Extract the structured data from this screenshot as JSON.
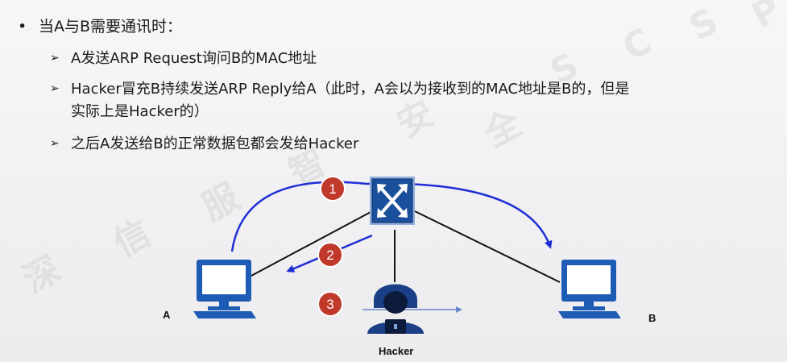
{
  "bullet_main": "当A与B需要通讯时：",
  "sub_bullets": [
    {
      "text": "A发送ARP Request询问B的MAC地址"
    },
    {
      "text_line1": "Hacker冒充B持续发送ARP Reply给A（此时，A会以为接收到的MAC地址是B的，但是",
      "text_line2": "实际上是Hacker的）"
    },
    {
      "text": "之后A发送给B的正常数据包都会发给Hacker"
    }
  ],
  "watermark": [
    "深",
    "信",
    "服",
    "智",
    "安",
    "全",
    "S",
    "C",
    "S",
    "P"
  ],
  "steps": [
    "1",
    "2",
    "3"
  ],
  "nodes": {
    "host_a": "A",
    "host_b": "B",
    "hacker": "Hacker"
  },
  "colors": {
    "arrow": "#1f2fd6",
    "step_circle": "#c0392b",
    "switch_fill": "#1a4f9c",
    "host_fill": "#1d5bb5",
    "hacker_fill": "#1b3f87",
    "link": "#111111"
  }
}
